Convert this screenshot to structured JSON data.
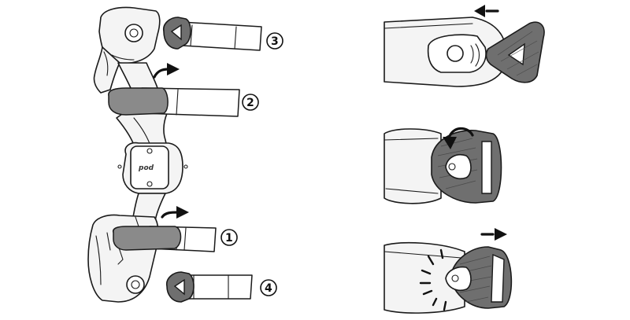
{
  "diagram": {
    "callouts": [
      "3",
      "2",
      "1",
      "4"
    ],
    "brand_mark": "pod",
    "icons": [
      "arrow-right-icon",
      "arrow-left-icon",
      "curved-arrow-icon",
      "release-arrow-icon"
    ]
  }
}
